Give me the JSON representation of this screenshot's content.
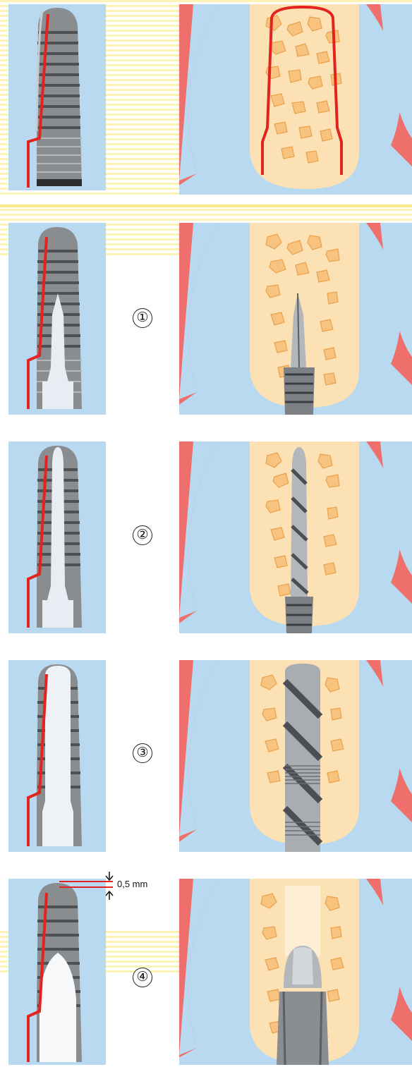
{
  "steps": [
    {
      "number": "①"
    },
    {
      "number": "②"
    },
    {
      "number": "③"
    },
    {
      "number": "④"
    }
  ],
  "measurement": {
    "label": "0,5 mm"
  },
  "colors": {
    "background_stripe": "#fdf3b4",
    "panel_blue": "#b9d9f0",
    "gum_pink": "#ee6f6c",
    "bone": "#fbe1b4",
    "bone_granule": "#f7c37e",
    "contour_red": "#e3231f",
    "implant_gray": "#8a8d90"
  },
  "icons": [
    "implant-icon",
    "drill-bit-icon",
    "twist-drill-icon",
    "countersink-drill-icon",
    "measure-arrow-icon"
  ]
}
